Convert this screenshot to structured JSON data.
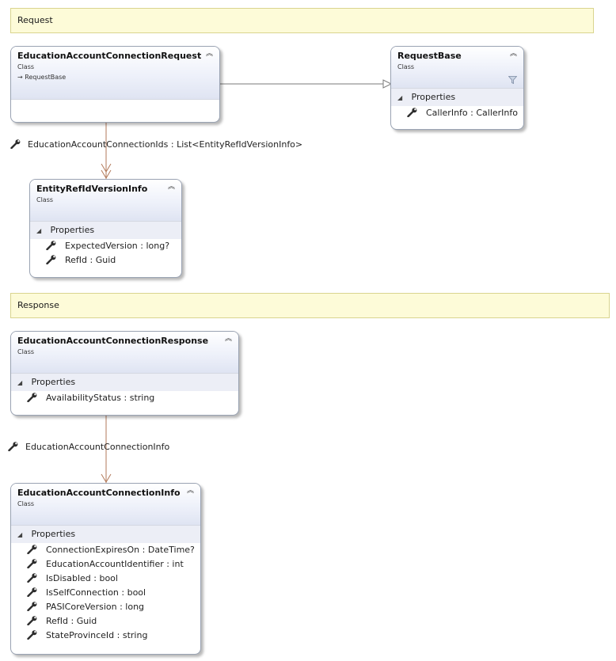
{
  "notes": {
    "request": "Request",
    "response": "Response"
  },
  "symbols": {
    "collapse": "︽",
    "expanded": "◢"
  },
  "classes": {
    "ecr": {
      "name": "EducationAccountConnectionRequest",
      "kind": "Class",
      "base": "→ RequestBase"
    },
    "requestBase": {
      "name": "RequestBase",
      "kind": "Class",
      "section": "Properties",
      "properties": [
        "CallerInfo : CallerInfo"
      ]
    },
    "entityRef": {
      "name": "EntityRefIdVersionInfo",
      "kind": "Class",
      "section": "Properties",
      "properties": [
        "ExpectedVersion : long?",
        "RefId : Guid"
      ]
    },
    "response": {
      "name": "EducationAccountConnectionResponse",
      "kind": "Class",
      "section": "Properties",
      "properties": [
        "AvailabilityStatus : string"
      ]
    },
    "info": {
      "name": "EducationAccountConnectionInfo",
      "kind": "Class",
      "section": "Properties",
      "properties": [
        "ConnectionExpiresOn : DateTime?",
        "EducationAccountIdentifier : int",
        "IsDisabled : bool",
        "IsSelfConnection : bool",
        "PASICoreVersion : long",
        "RefId : Guid",
        "StateProvinceId : string"
      ]
    }
  },
  "associations": {
    "ids": "EducationAccountConnectionIds : List<EntityRefIdVersionInfo>",
    "info": "EducationAccountConnectionInfo"
  },
  "colors": {
    "note_bg": "#fdfbd8",
    "connector": "#b27a5a",
    "inherit": "#7a7a7a"
  }
}
